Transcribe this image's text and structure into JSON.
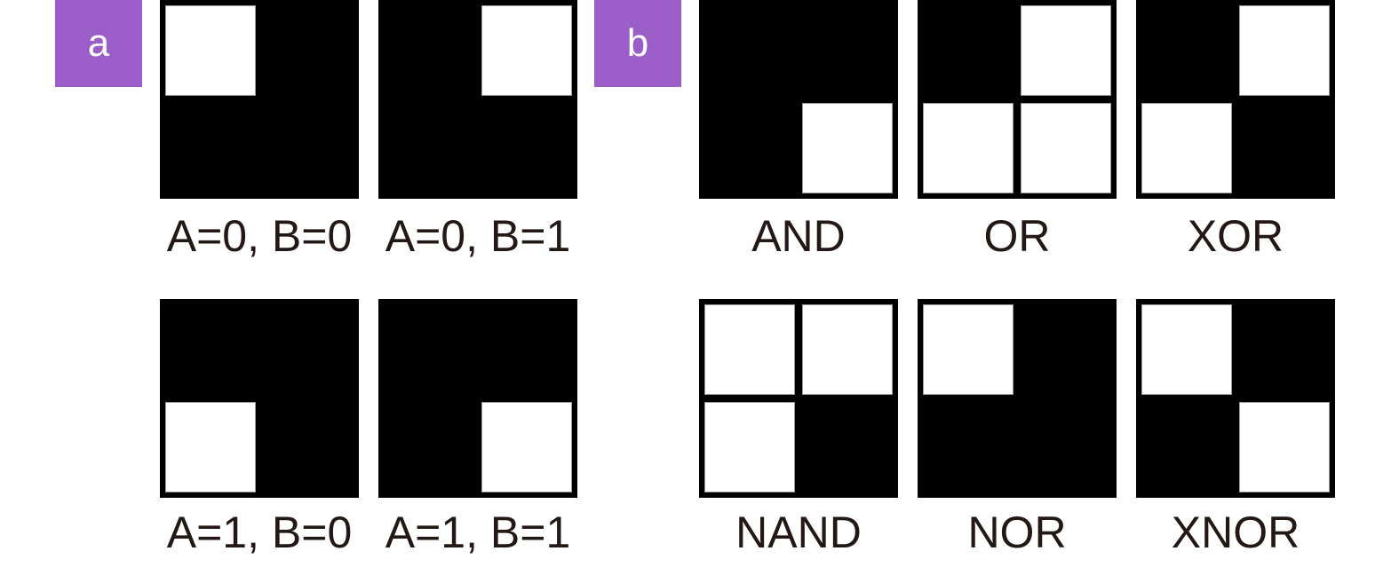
{
  "colors": {
    "badge": "#9b5ec8",
    "tile": "#000000",
    "cell": "#ffffff",
    "text": "#231815"
  },
  "panel_a": {
    "badge": "a",
    "tiles": [
      {
        "label": "A=0, B=0",
        "lit": [
          "top-left"
        ]
      },
      {
        "label": "A=0, B=1",
        "lit": [
          "top-right"
        ]
      },
      {
        "label": "A=1, B=0",
        "lit": [
          "bottom-left"
        ]
      },
      {
        "label": "A=1, B=1",
        "lit": [
          "bottom-right"
        ]
      }
    ]
  },
  "panel_b": {
    "badge": "b",
    "gates": [
      {
        "label": "AND",
        "lit": [
          "bottom-right"
        ]
      },
      {
        "label": "OR",
        "lit": [
          "top-right",
          "bottom-left",
          "bottom-right"
        ]
      },
      {
        "label": "XOR",
        "lit": [
          "top-right",
          "bottom-left"
        ]
      },
      {
        "label": "NAND",
        "lit": [
          "top-left",
          "top-right",
          "bottom-left"
        ]
      },
      {
        "label": "NOR",
        "lit": [
          "top-left"
        ]
      },
      {
        "label": "XNOR",
        "lit": [
          "top-left",
          "bottom-right"
        ]
      }
    ]
  }
}
